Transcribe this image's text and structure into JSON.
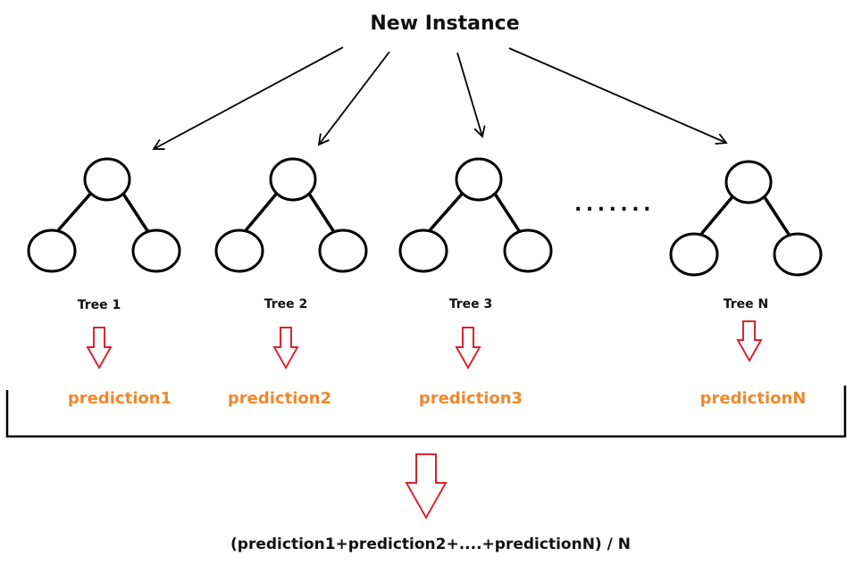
{
  "diagram": {
    "title": "New Instance",
    "ellipsis": ".......",
    "trees": [
      {
        "label": "Tree 1",
        "prediction": "prediction1"
      },
      {
        "label": "Tree 2",
        "prediction": "prediction2"
      },
      {
        "label": "Tree 3",
        "prediction": "prediction3"
      },
      {
        "label": "Tree N",
        "prediction": "predictionN"
      }
    ],
    "formula": "(prediction1+prediction2+....+predictionN) / N",
    "colors": {
      "line": "#000000",
      "arrow_outline": "#d7262d",
      "prediction_text": "#f0882c"
    }
  }
}
